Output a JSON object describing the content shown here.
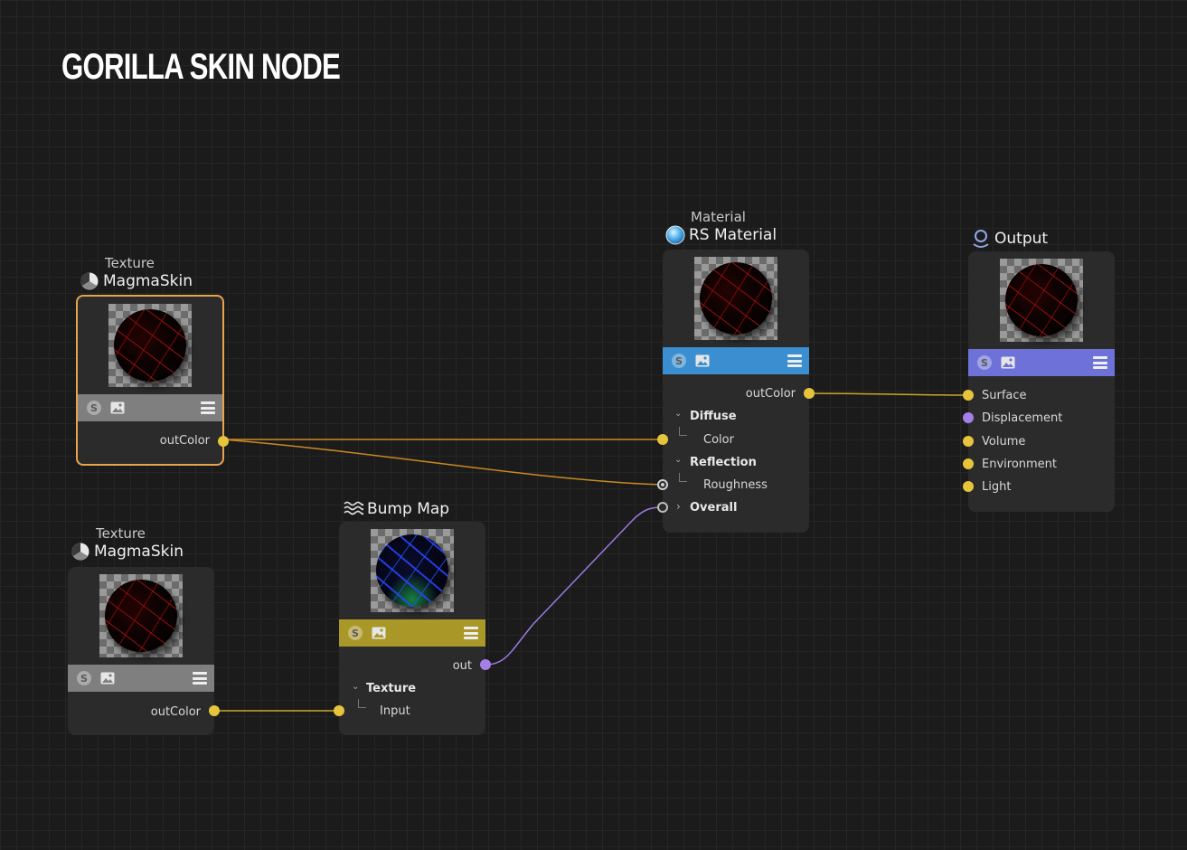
{
  "page": {
    "title": "GORILLA SKIN NODE"
  },
  "colors": {
    "accent_selected": "#e8a44a",
    "port_yellow": "#e6c43c",
    "port_purple": "#a77ee8",
    "bar_texture": "#7f7f7f",
    "bar_material": "#3b8fd0",
    "bar_output": "#6e72d8",
    "bar_bump": "#a99728"
  },
  "nodes": {
    "texture1": {
      "category": "Texture",
      "title": "MagmaSkin",
      "icon": "texture-sphere-icon",
      "selected": true,
      "outputs": [
        "outColor"
      ]
    },
    "texture2": {
      "category": "Texture",
      "title": "MagmaSkin",
      "icon": "texture-sphere-icon",
      "outputs": [
        "outColor"
      ]
    },
    "bump": {
      "title": "Bump Map",
      "icon": "bump-waves-icon",
      "outputs": [
        "out"
      ],
      "group": "Texture",
      "inputs": [
        "Input"
      ]
    },
    "material": {
      "category": "Material",
      "title": "RS Material",
      "icon": "material-ball-icon",
      "outputs": [
        "outColor"
      ],
      "groups": {
        "diffuse": "Diffuse",
        "diffuse_color": "Color",
        "reflection": "Reflection",
        "roughness": "Roughness",
        "overall": "Overall"
      }
    },
    "output": {
      "title": "Output",
      "icon": "output-icon",
      "inputs": [
        "Surface",
        "Displacement",
        "Volume",
        "Environment",
        "Light"
      ]
    }
  }
}
